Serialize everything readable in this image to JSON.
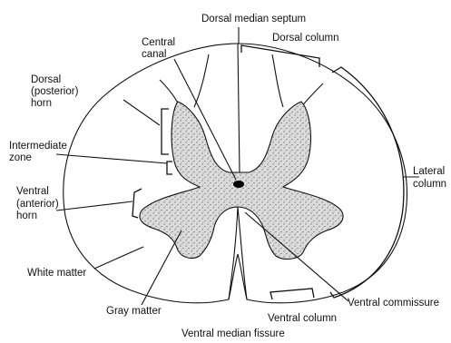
{
  "labels": {
    "dorsal_median_septum": "Dorsal median septum",
    "central_canal_1": "Central",
    "central_canal_2": "canal",
    "dorsal_column": "Dorsal column",
    "dorsal_horn_1": "Dorsal",
    "dorsal_horn_2": "(posterior)",
    "dorsal_horn_3": "horn",
    "intermediate_zone_1": "Intermediate",
    "intermediate_zone_2": "zone",
    "lateral_column_1": "Lateral",
    "lateral_column_2": "column",
    "ventral_horn_1": "Ventral",
    "ventral_horn_2": "(anterior)",
    "ventral_horn_3": "horn",
    "white_matter": "White matter",
    "gray_matter": "Gray matter",
    "ventral_commissure": "Ventral commissure",
    "ventral_column": "Ventral column",
    "ventral_median_fissure": "Ventral median fissure"
  },
  "colors": {
    "ink": "#111111",
    "gray_matter_fill": "#d9d9d9",
    "background": "#ffffff"
  }
}
